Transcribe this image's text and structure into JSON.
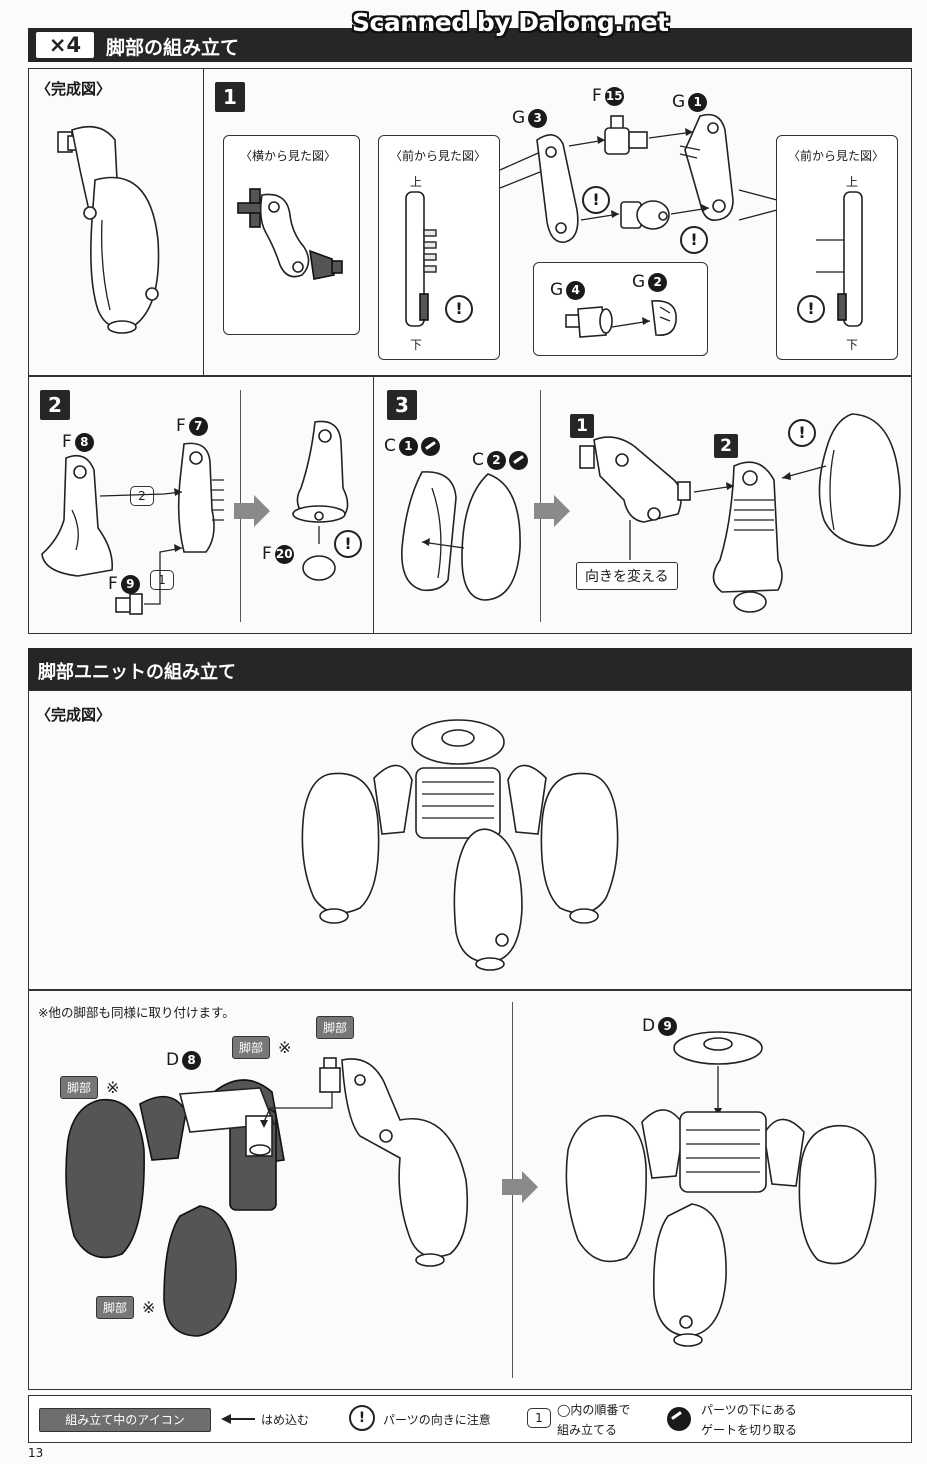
{
  "header": {
    "multiplier": "×4",
    "title": "脚部の組み立て",
    "scan_watermark": "Scanned by Dalong.net"
  },
  "completed_label": "〈完成図〉",
  "step1": {
    "number": "1",
    "side_view_title": "〈横から見た図〉",
    "front_view_title_left": "〈前から見た図〉",
    "front_view_title_right": "〈前から見た図〉",
    "up_label": "上",
    "down_label": "下",
    "parts": {
      "g3": {
        "letter": "G",
        "num": "3"
      },
      "f15": {
        "letter": "F",
        "num": "15"
      },
      "g1": {
        "letter": "G",
        "num": "1"
      },
      "g4": {
        "letter": "G",
        "num": "4"
      },
      "g2": {
        "letter": "G",
        "num": "2"
      }
    }
  },
  "step2": {
    "number": "2",
    "parts": {
      "f8": {
        "letter": "F",
        "num": "8"
      },
      "f7": {
        "letter": "F",
        "num": "7"
      },
      "f9": {
        "letter": "F",
        "num": "9"
      },
      "f20": {
        "letter": "F",
        "num": "20"
      }
    },
    "order_1": "1",
    "order_2": "2"
  },
  "step3": {
    "number": "3",
    "parts": {
      "c1": {
        "letter": "C",
        "num": "1"
      },
      "c2": {
        "letter": "C",
        "num": "2"
      }
    },
    "sub_1": "1",
    "sub_2": "2",
    "rotate_label": "向きを変える"
  },
  "unit_section": {
    "title": "脚部ユニットの組み立て",
    "completed_label": "〈完成図〉",
    "note": "※他の脚部も同様に取り付けます。",
    "leg_tag": "脚部",
    "asterisk": "※",
    "parts": {
      "d8": {
        "letter": "D",
        "num": "8"
      },
      "d9": {
        "letter": "D",
        "num": "9"
      }
    }
  },
  "warning_glyph": "!",
  "legend": {
    "chip": "組み立て中のアイコン",
    "snap_in": "はめ込む",
    "orientation": "パーツの向きに注意",
    "order_symbol": "1",
    "order_line1": "◯内の順番で",
    "order_line2": "組み立てる",
    "gate_line1": "パーツの下にある",
    "gate_line2": "ゲートを切り取る"
  },
  "page_number": "13"
}
